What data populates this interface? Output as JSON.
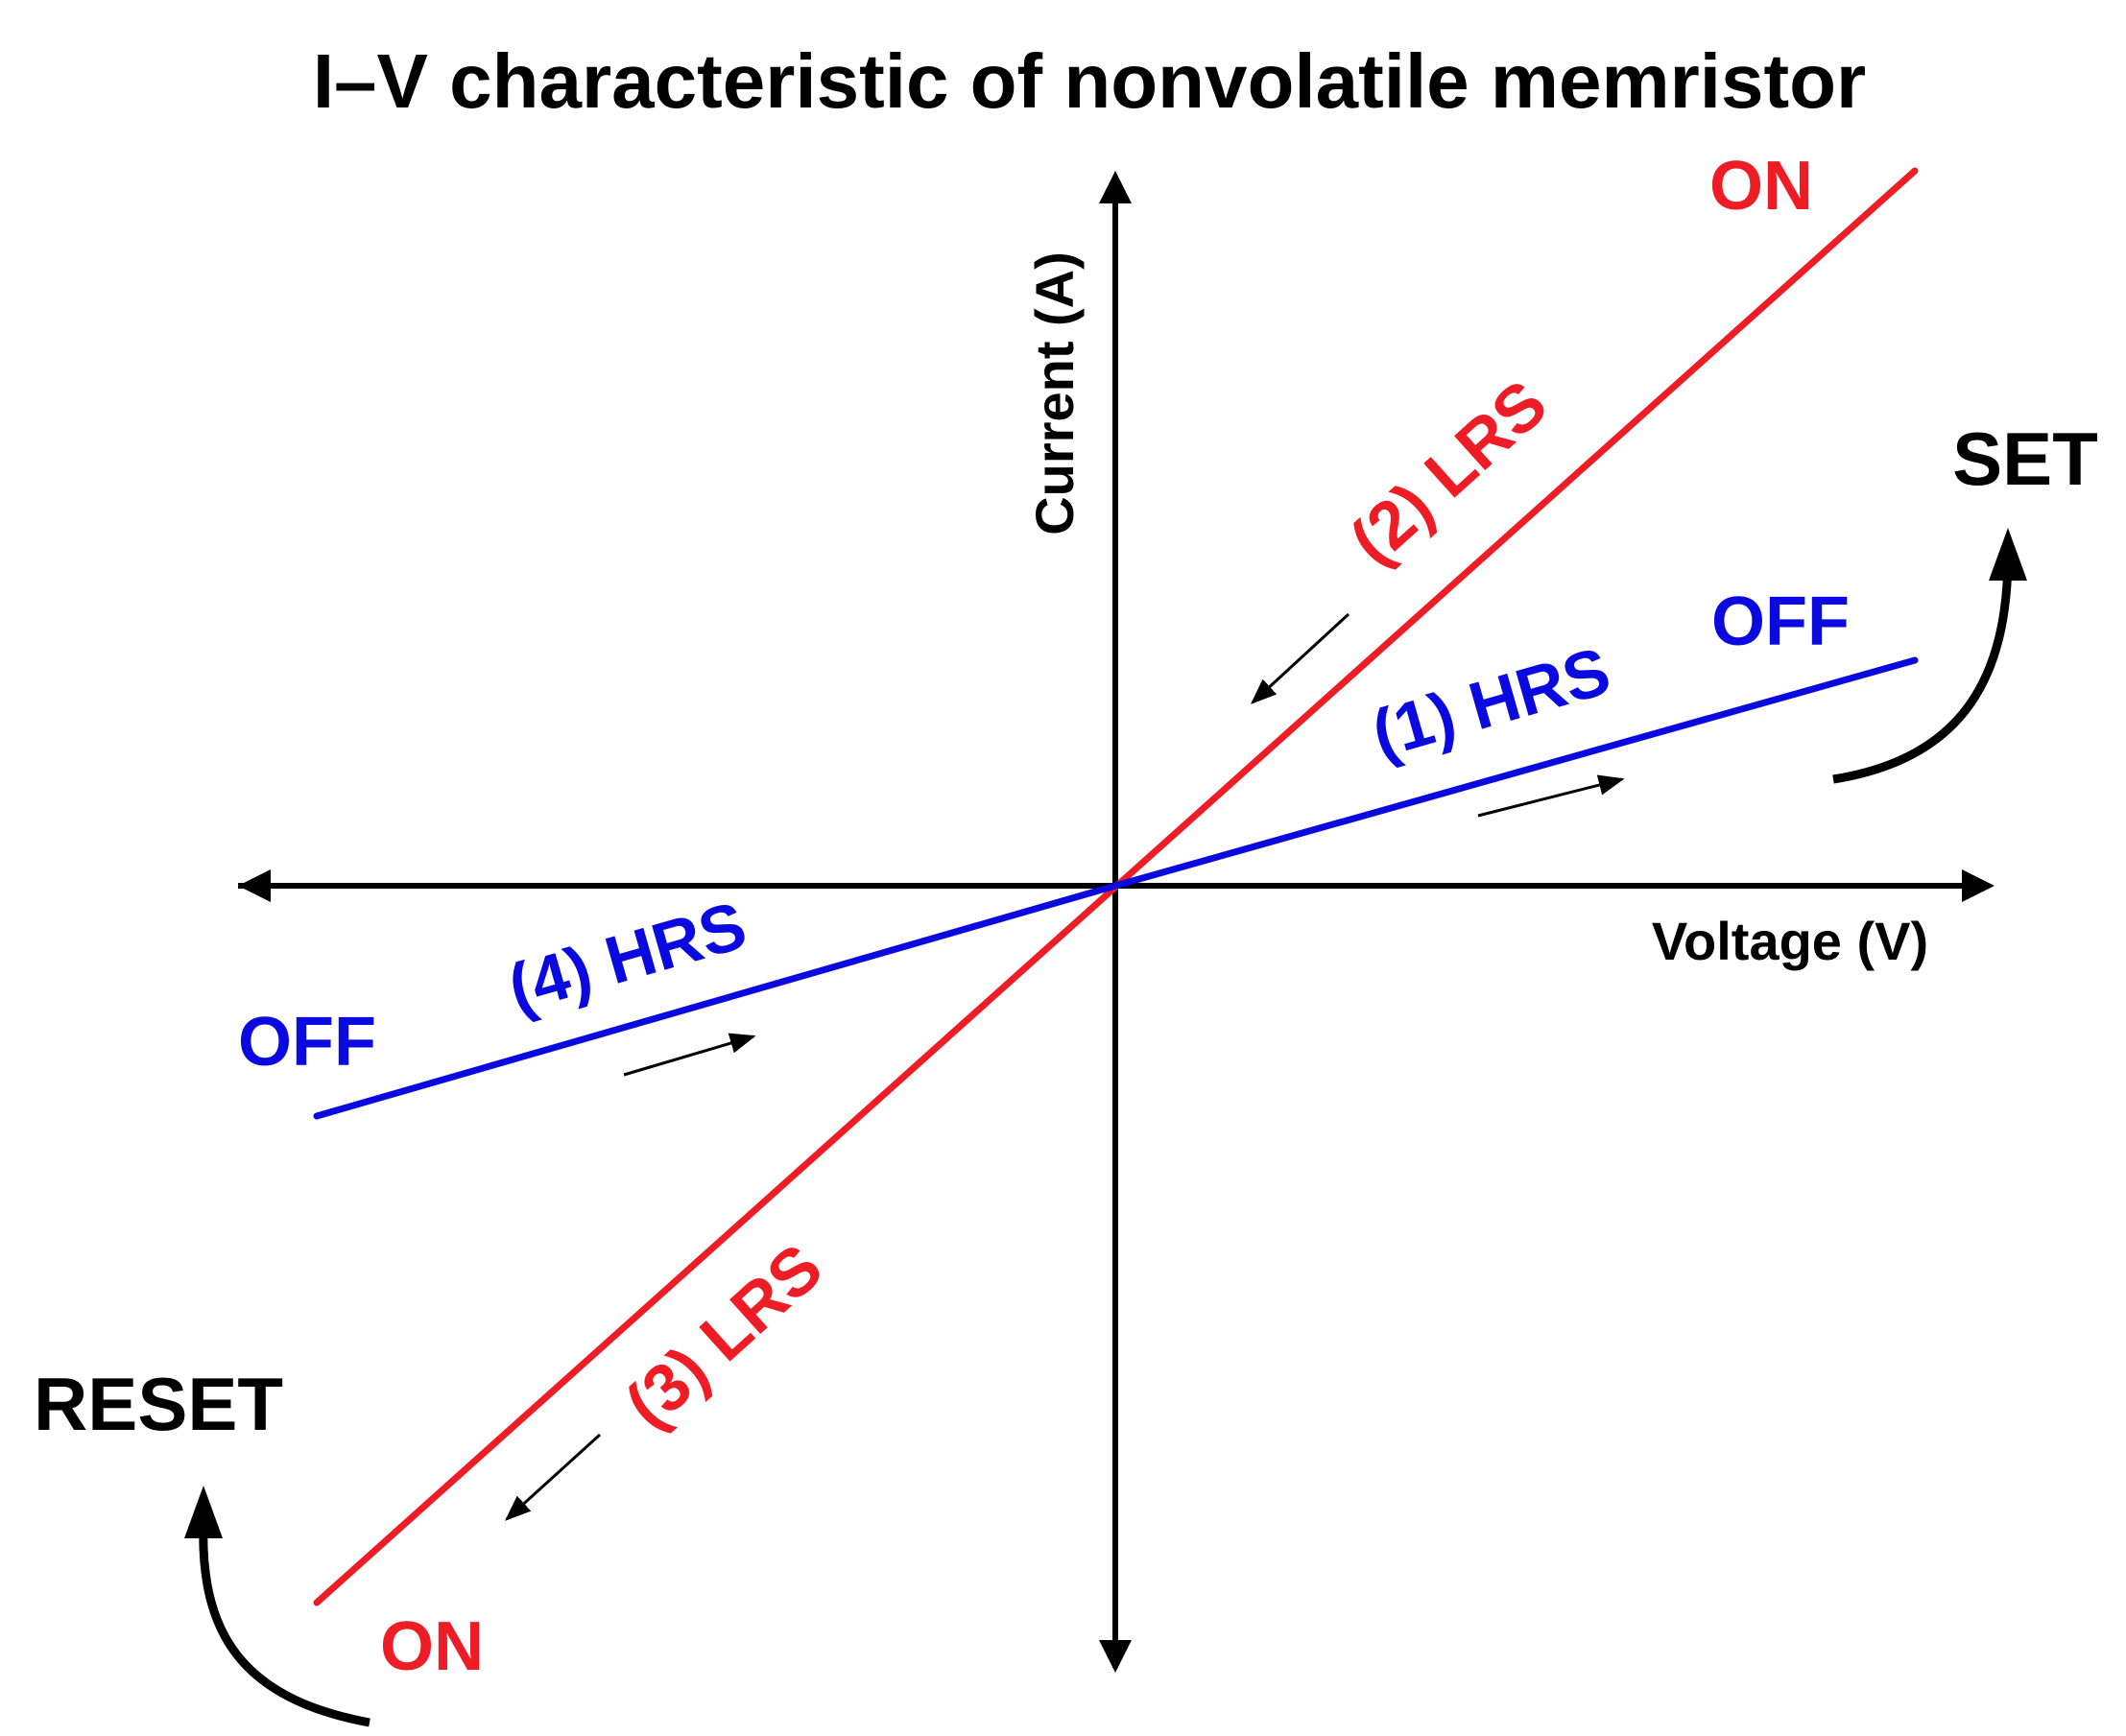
{
  "title": "I–V  characteristic of nonvolatile memristor",
  "axes": {
    "x_label": "Voltage (V)",
    "y_label": "Current (A)"
  },
  "segments": {
    "hrs_1": "(1) HRS",
    "lrs_2": "(2) LRS",
    "lrs_3": "(3) LRS",
    "hrs_4": "(4) HRS"
  },
  "states": {
    "on_top": "ON",
    "off_right": "OFF",
    "off_left": "OFF",
    "on_bottom": "ON"
  },
  "transitions": {
    "set": "SET",
    "reset": "RESET"
  },
  "colors": {
    "lrs": "#ee1c24",
    "hrs": "#0a0ae0",
    "axis": "#000000",
    "text": "#000000"
  }
}
